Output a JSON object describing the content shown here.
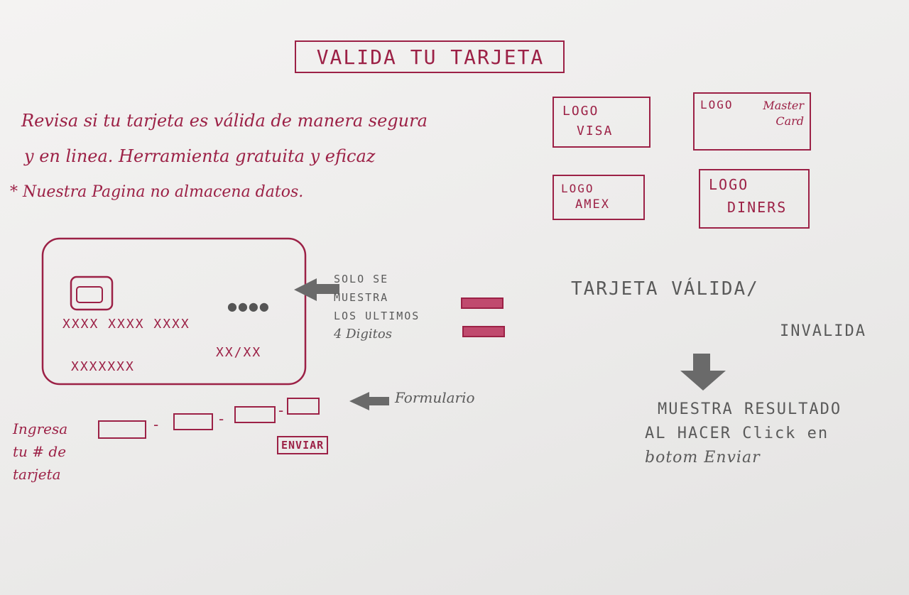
{
  "title": "VALIDA TU TARJETA",
  "intro": {
    "line1": "Revisa si tu tarjeta es válida de manera segura",
    "line2": "y en linea. Herramienta gratuita y eficaz",
    "note": "* Nuestra Pagina no almacena datos."
  },
  "logos": [
    {
      "line1": "LOGO",
      "line2": "VISA"
    },
    {
      "line1": "LOGO",
      "line2": "Master Card"
    },
    {
      "line1": "LOGO",
      "line2": "AMEX"
    },
    {
      "line1": "LOGO",
      "line2": "DINERS"
    }
  ],
  "card": {
    "number": "XXXX  XXXX  XXXX",
    "last_digits": "●●●●",
    "holder": "XXXXXXX",
    "expiry": "XX/XX"
  },
  "card_note": {
    "line1": "SOLO SE",
    "line2": "MUESTRA",
    "line3": "LOS ULTIMOS",
    "line4": "4 Digitos"
  },
  "form": {
    "label_line1": "Ingresa",
    "label_line2": "tu # de",
    "label_line3": "tarjeta",
    "separator": "-",
    "submit": "ENVIAR",
    "annotation": "Formulario"
  },
  "result": {
    "line1": "TARJETA VÁLIDA/",
    "line2": "INVALIDA",
    "note1": "MUESTRA RESULTADO",
    "note2": "AL HACER Click en",
    "note3": "botom Enviar"
  },
  "colors": {
    "pen": "#9c2146",
    "pencil": "#5a5a5a",
    "paper": "#eeedec"
  }
}
